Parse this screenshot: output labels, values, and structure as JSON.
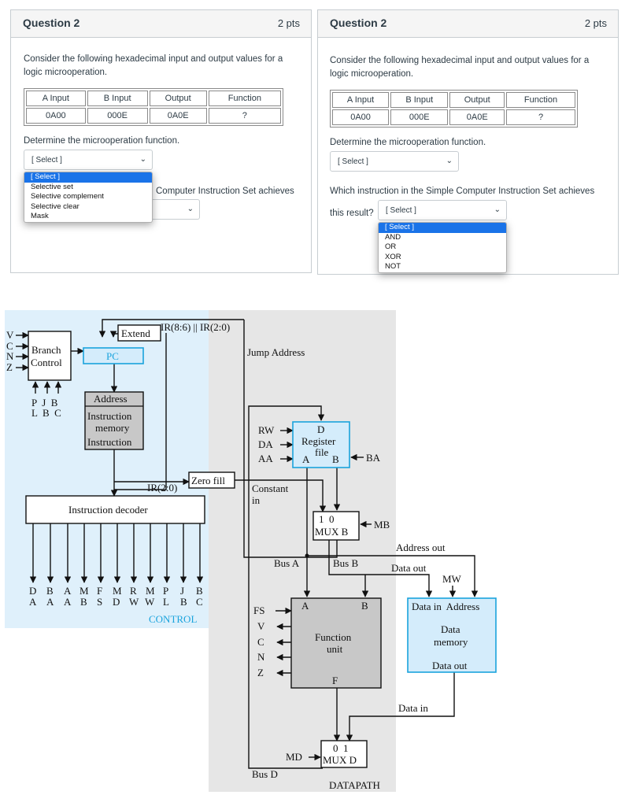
{
  "q_left": {
    "title": "Question 2",
    "points": "2 pts",
    "prompt_l1": "Consider the following hexadecimal input and output values for a",
    "prompt_l2": "logic microoperation.",
    "headers": [
      "A Input",
      "B Input",
      "Output",
      "Function"
    ],
    "row": [
      "0A00",
      "000E",
      "0A0E",
      "?"
    ],
    "determine": "Determine the microoperation function.",
    "select_value": "[ Select ]",
    "options": [
      "[ Select ]",
      "Selective set",
      "Selective complement",
      "Selective clear",
      "Mask"
    ],
    "hidden_text": "Computer Instruction Set achieves"
  },
  "q_right": {
    "title": "Question 2",
    "points": "2 pts",
    "prompt_l1": "Consider the following hexadecimal input and output values for a",
    "prompt_l2": "logic microoperation.",
    "headers": [
      "A Input",
      "B Input",
      "Output",
      "Function"
    ],
    "row": [
      "0A00",
      "000E",
      "0A0E",
      "?"
    ],
    "determine": "Determine the microoperation function.",
    "select_value": "[ Select ]",
    "which_l1": "Which instruction in the Simple Computer Instruction Set achieves",
    "which_l2": "this result?",
    "select2_value": "[ Select ]",
    "options": [
      "[ Select ]",
      "AND",
      "OR",
      "XOR",
      "NOT"
    ]
  },
  "diagram": {
    "flags_in": [
      "V",
      "C",
      "N",
      "Z"
    ],
    "branch_l1": "Branch",
    "branch_l2": "Control",
    "pc": "PC",
    "extend": "Extend",
    "ir_concat": "IR(8:6) || IR(2:0)",
    "jump_address": "Jump Address",
    "plb_top": "P  J  B",
    "plb_bot": "L  B  C",
    "imem": [
      "Address",
      "Instruction",
      "memory",
      "Instruction"
    ],
    "ir20": "IR(2:0)",
    "zero_fill": "Zero fill",
    "constant_in": [
      "Constant",
      "in"
    ],
    "decoder": "Instruction decoder",
    "dec_top": [
      "D",
      "B",
      "A",
      "M",
      "F",
      "M",
      "R",
      "M",
      "P",
      "J",
      "B"
    ],
    "dec_bot": [
      "A",
      "A",
      "A",
      "B",
      "S",
      "D",
      "W",
      "W",
      "L",
      "B",
      "C"
    ],
    "control_label": "CONTROL",
    "rw": "RW",
    "da": "DA",
    "aa": "AA",
    "ba": "BA",
    "reg": [
      "D",
      "Register",
      "file",
      "A",
      "B"
    ],
    "mux_b": [
      "1  0",
      "MUX B"
    ],
    "mb": "MB",
    "bus_a": "Bus A",
    "bus_b": "Bus B",
    "address_out": "Address out",
    "data_out": "Data out",
    "mw": "MW",
    "fs": "FS",
    "fu_flags": [
      "V",
      "C",
      "N",
      "Z"
    ],
    "fu": [
      "A",
      "B",
      "Function",
      "unit",
      "F"
    ],
    "dm": [
      "Data in  Address",
      "Data",
      "memory",
      "Data out"
    ],
    "data_in": "Data in",
    "md": "MD",
    "mux_d": [
      "0  1",
      "MUX D"
    ],
    "bus_d": "Bus D",
    "datapath_label": "DATAPATH",
    "colors": {
      "control_bg": "#dff0fb",
      "datapath_bg": "#e6e6e6",
      "blue_box": "#d4ecfb",
      "blue_stroke": "#1aa3dd",
      "gray_box": "#c8c8c8",
      "control_text": "#1aa3dd"
    }
  }
}
